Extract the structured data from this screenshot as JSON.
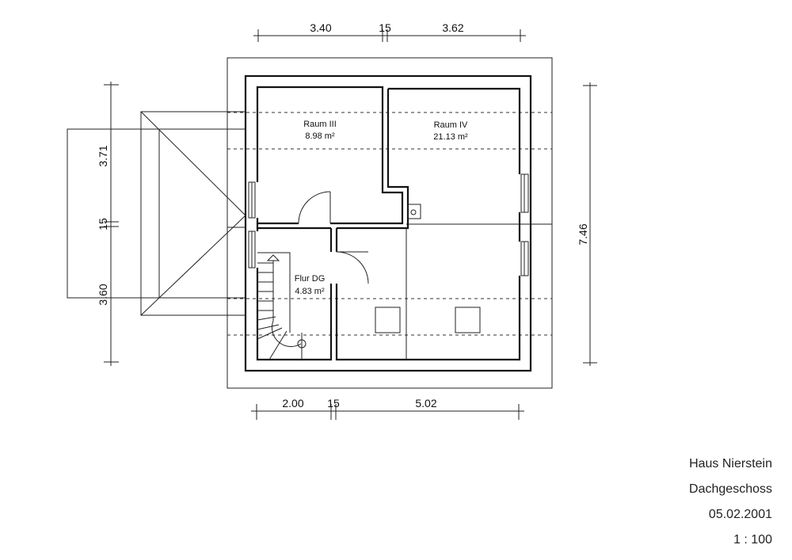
{
  "rooms": [
    {
      "name": "Raum III",
      "area": "8.98 m²"
    },
    {
      "name": "Raum IV",
      "area": "21.13 m²"
    },
    {
      "name": "Flur DG",
      "area": "4.83 m²"
    }
  ],
  "dimensions": {
    "top": [
      "3.40",
      "15",
      "3.62"
    ],
    "bottom": [
      "2.00",
      "15",
      "5.02"
    ],
    "left": [
      "3.71",
      "15",
      "3.60"
    ],
    "right": [
      "7.46"
    ]
  },
  "title_block": {
    "project": "Haus Nierstein",
    "floor": "Dachgeschoss",
    "date": "05.02.2001",
    "scale": "1 : 100"
  }
}
